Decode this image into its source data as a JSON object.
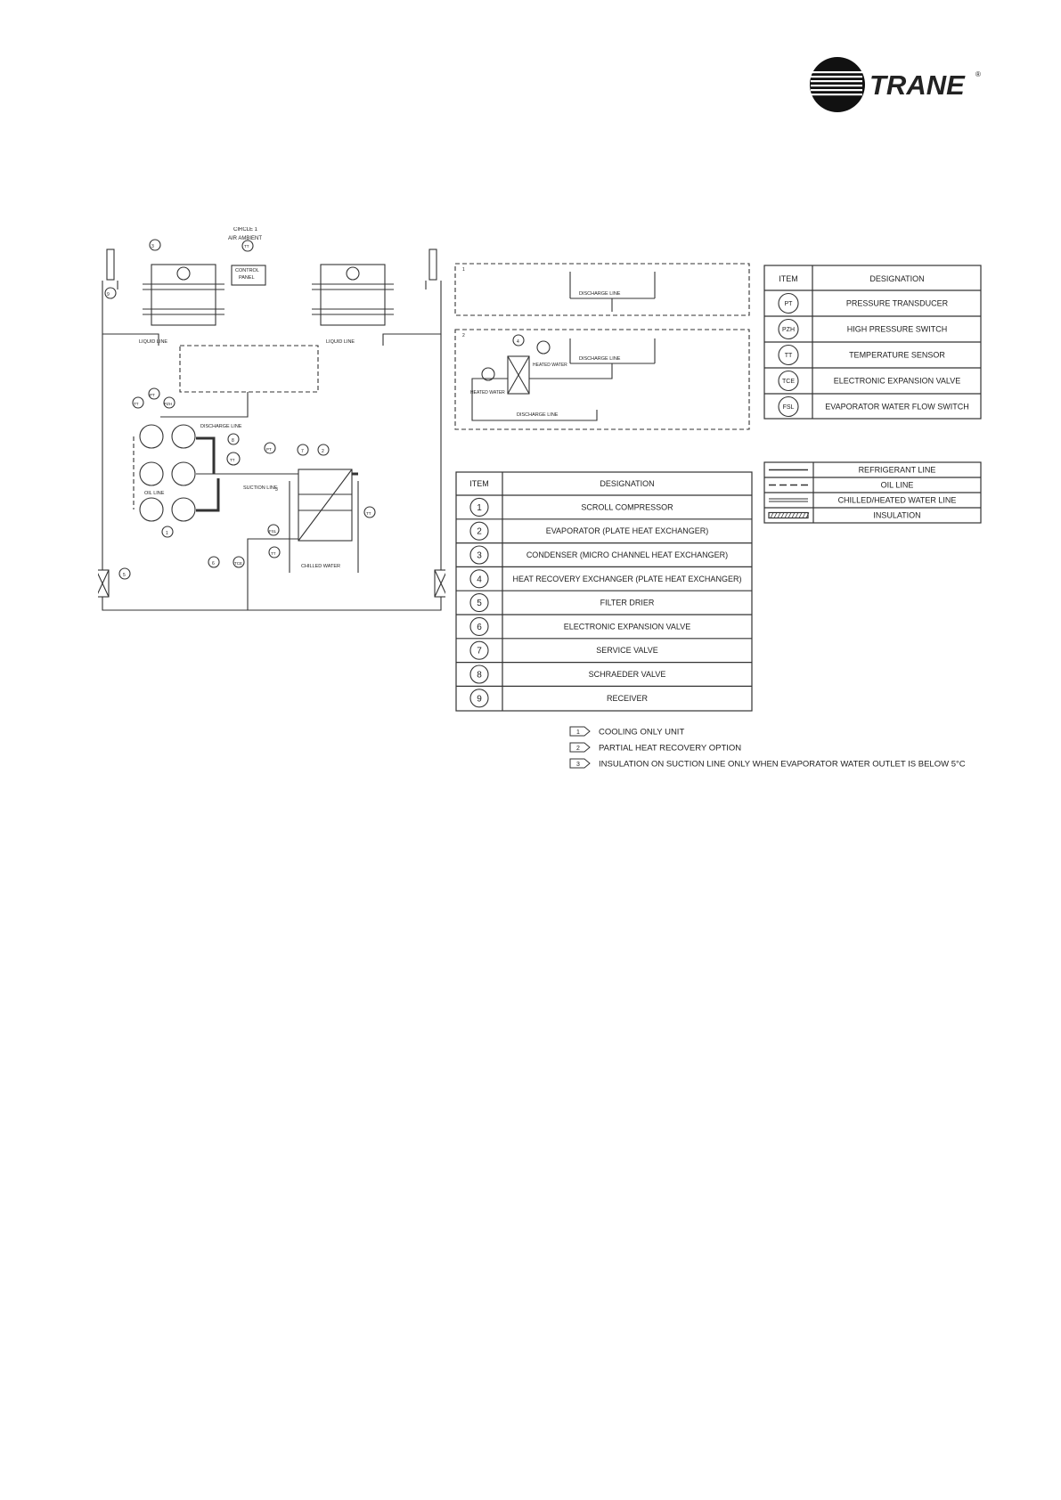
{
  "brand": {
    "name": "TRANE",
    "registered": "®"
  },
  "diagram": {
    "circuit_title": "CIRCLE 1",
    "air_ambient": "AIR AMBIENT",
    "control_panel_line1": "CONTROL",
    "control_panel_line2": "PANEL",
    "liquid_line_left": "LIQUID LINE",
    "liquid_line_right": "LIQUID LINE",
    "discharge_line": "DISCHARGE LINE",
    "oil_line": "OIL LINE",
    "suction_line": "SUCTION LINE",
    "chilled_water": "CHILLED WATER",
    "sensor_tt": "TT",
    "sensor_pt": "PT",
    "sensor_pzh": "PZH",
    "sensor_fsl": "FSL",
    "sensor_tce": "TCE",
    "callout_1": "1",
    "callout_2": "2",
    "callout_3": "3",
    "callout_5": "5",
    "callout_6": "6",
    "callout_7": "7",
    "callout_8": "8",
    "callout_9": "9",
    "option_tag_3": "3"
  },
  "options_panel": {
    "box1_tag": "1",
    "box1_discharge": "DISCHARGE LINE",
    "box2_tag": "2",
    "box2_discharge_top": "DISCHARGE LINE",
    "box2_discharge_bottom": "DISCHARGE LINE",
    "heated_water_in": "HEATED WATER",
    "heated_water_out": "HEATED WATER",
    "callout_4": "4"
  },
  "sensor_table": {
    "header_item": "ITEM",
    "header_designation": "DESIGNATION",
    "rows": [
      {
        "item": "PT",
        "designation": "PRESSURE TRANSDUCER"
      },
      {
        "item": "PZH",
        "designation": "HIGH PRESSURE SWITCH"
      },
      {
        "item": "TT",
        "designation": "TEMPERATURE SENSOR"
      },
      {
        "item": "TCE",
        "designation": "ELECTRONIC EXPANSION VALVE"
      },
      {
        "item": "FSL",
        "designation": "EVAPORATOR WATER FLOW SWITCH"
      }
    ]
  },
  "line_legend": {
    "rows": [
      {
        "style": "solid",
        "label": "REFRIGERANT LINE"
      },
      {
        "style": "dashed",
        "label": "OIL LINE"
      },
      {
        "style": "double",
        "label": "CHILLED/HEATED WATER LINE"
      },
      {
        "style": "hatched",
        "label": "INSULATION"
      }
    ]
  },
  "component_table": {
    "header_item": "ITEM",
    "header_designation": "DESIGNATION",
    "rows": [
      {
        "item": "1",
        "designation": "SCROLL COMPRESSOR"
      },
      {
        "item": "2",
        "designation": "EVAPORATOR (PLATE HEAT EXCHANGER)"
      },
      {
        "item": "3",
        "designation": "CONDENSER (MICRO CHANNEL HEAT EXCHANGER)"
      },
      {
        "item": "4",
        "designation": "HEAT RECOVERY EXCHANGER (PLATE HEAT EXCHANGER)"
      },
      {
        "item": "5",
        "designation": "FILTER DRIER"
      },
      {
        "item": "6",
        "designation": "ELECTRONIC EXPANSION VALVE"
      },
      {
        "item": "7",
        "designation": "SERVICE VALVE"
      },
      {
        "item": "8",
        "designation": "SCHRAEDER VALVE"
      },
      {
        "item": "9",
        "designation": "RECEIVER"
      }
    ]
  },
  "notes": [
    {
      "tag": "1",
      "text": "COOLING ONLY UNIT"
    },
    {
      "tag": "2",
      "text": "PARTIAL HEAT RECOVERY OPTION"
    },
    {
      "tag": "3",
      "text": "INSULATION ON SUCTION LINE ONLY WHEN EVAPORATOR WATER OUTLET IS BELOW 5°C"
    }
  ]
}
